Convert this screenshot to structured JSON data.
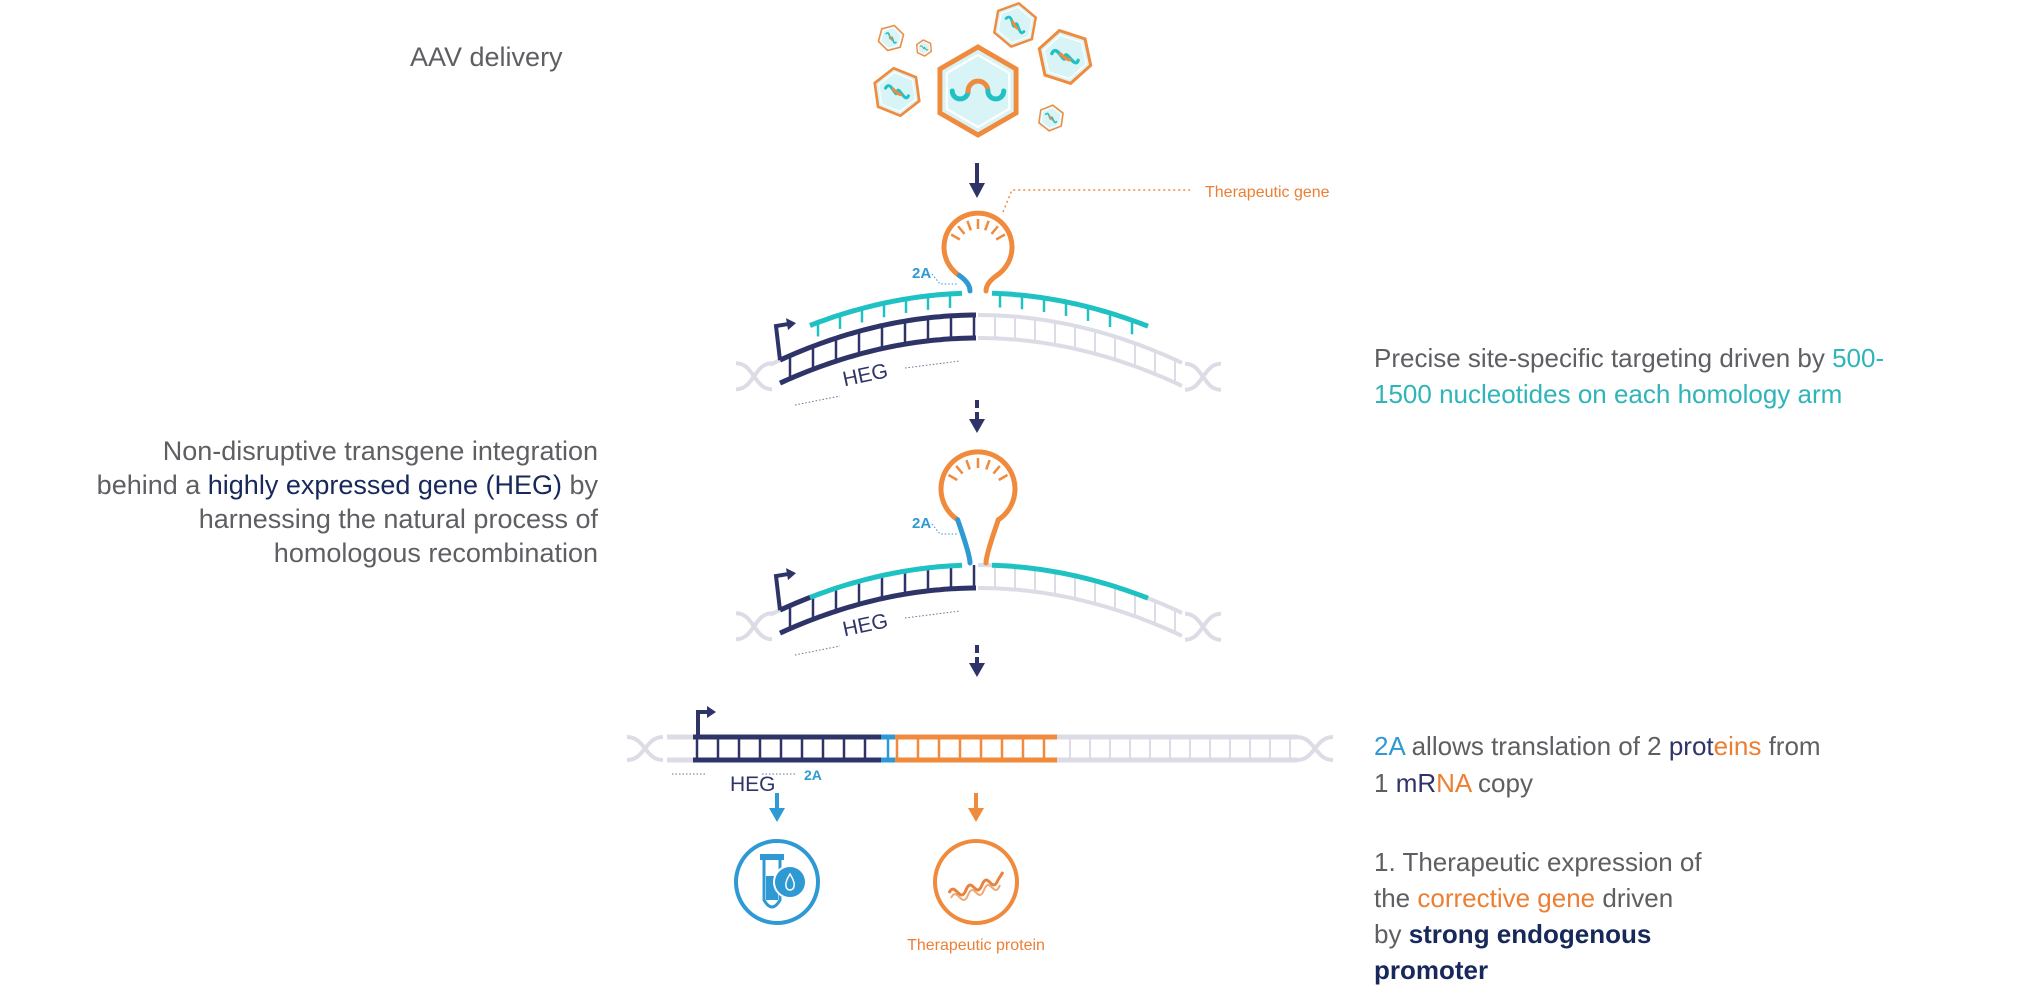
{
  "labels": {
    "aav_delivery": "AAV delivery",
    "therapeutic_gene": "Therapeutic gene",
    "therapeutic_protein": "Therapeutic protein",
    "heg": "HEG",
    "two_a": "2A"
  },
  "left_block": {
    "line1": "Non-disruptive transgene integration",
    "line2_pre": "behind a ",
    "line2_highlight": "highly expressed gene (HEG)",
    "line2_post": " by",
    "line3": "harnessing the natural process of",
    "line4": "homologous recombination"
  },
  "right_targeting": {
    "line1_pre": "Precise site-specific targeting driven by ",
    "line1_highlight": "500-",
    "line2_highlight": "1500 nucleotides on each homology arm"
  },
  "right_2a": {
    "two_a": "2A",
    "mid": " allows translation of 2 ",
    "prot_a": "prot",
    "prot_b": "eins",
    "post": " from",
    "line2_pre": "1 ",
    "mr": "mR",
    "na": "NA",
    "line2_post": " copy"
  },
  "right_expression": {
    "line1": "1. Therapeutic expression of",
    "line2_pre": "the ",
    "line2_highlight": "corrective gene",
    "line2_post": " driven",
    "line3_pre": "by ",
    "line3_highlight": "strong endogenous",
    "line4_highlight": "promoter"
  },
  "icons": {
    "aav_particles": "hexagon-virus-icon",
    "heg_product": "test-tube-droplet-icon",
    "protein": "protein-helix-icon",
    "promoter": "promoter-arrow-icon"
  },
  "colors": {
    "navy": "#2e3468",
    "text_navy": "#17285a",
    "teal": "#1fc1c3",
    "orange": "#f08a3c",
    "blue": "#2f99d4",
    "gray_text": "#5f5f63",
    "dna_gray": "#dcdce6",
    "hex_fill": "#d9f4f6"
  }
}
